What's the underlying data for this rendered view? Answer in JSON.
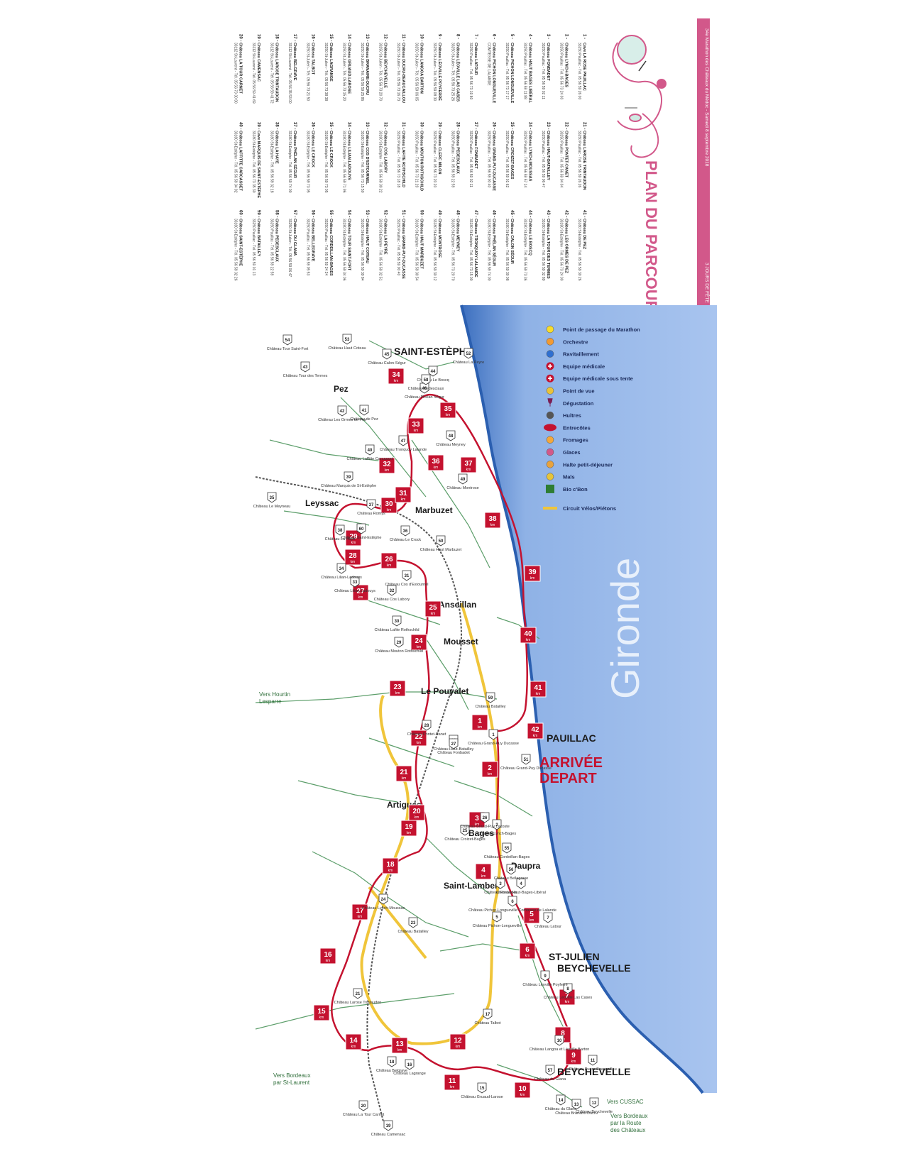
{
  "header": {
    "band_left": "34e Marathon des Châteaux du Médoc - Samedi 8 septembre 2018",
    "band_right": "3 JOURS DE FÊTE",
    "title": "PLAN DU PARCOURS"
  },
  "chateau_list": [
    {
      "n": "1",
      "name": "Cave LA ROSE PAUILLAC",
      "info": "33250 Pauillac - Tél. 05 56 59 26 00"
    },
    {
      "n": "2",
      "name": "Château LYNCH-BAGES",
      "info": "33250 Pauillac - Tél. 05 56 73 24 00"
    },
    {
      "n": "3",
      "name": "Château FONBADET",
      "info": "33250 Pauillac - Tél. 05 56 59 02 11"
    },
    {
      "n": "4",
      "name": "Château HAUT BAGES LIBÉRAL",
      "info": "33250 Pauillac - Tél. 05 56 59 11 88"
    },
    {
      "n": "5",
      "name": "Château PICHON LONGUEVILLE",
      "info": "33250 Pauillac - Tél. 05 56 73 17 17"
    },
    {
      "n": "6",
      "name": "Château PICHON LONGUEVILLE",
      "info": "COMTESSE DE LALANDE"
    },
    {
      "n": "7",
      "name": "Château LATOUR",
      "info": "33250 Pauillac - Tél. 05 56 73 19 80"
    },
    {
      "n": "8",
      "name": "Château LÉOVILLE LAS CASES",
      "info": "33250 St-Julien - Tél. 05 56 73 25 26"
    },
    {
      "n": "9",
      "name": "Château LÉOVILLE POYFERRÉ",
      "info": "33250 St-Julien - Tél. 05 56 59 08 30"
    },
    {
      "n": "10",
      "name": "Château LANGOA BARTON",
      "info": "33250 St-Julien - Tél. 05 56 59 06 05"
    },
    {
      "n": "11",
      "name": "Château DUCRU-BEAUCAILLOU",
      "info": "33250 St-Julien - Tél. 05 56 73 16 73"
    },
    {
      "n": "12",
      "name": "Château BEYCHEVELLE",
      "info": "33250 St-Julien - Tél. 05 56 73 20 70"
    },
    {
      "n": "13",
      "name": "Château BRANAIRE-DUCRU",
      "info": "33250 St-Julien - Tél. 05 56 59 25 86"
    },
    {
      "n": "14",
      "name": "Château GRUAUD-LAROSE",
      "info": "33250 St-Julien - Tél. 05 56 73 15 20"
    },
    {
      "n": "15",
      "name": "Château LAGRANGE",
      "info": "33250 St-Julien - Tél. 05 56 73 38 38"
    },
    {
      "n": "16",
      "name": "Château TALBOT",
      "info": "33250 St-Julien - Tél. 05 56 73 21 50"
    },
    {
      "n": "17",
      "name": "Château BELGRAVE",
      "info": "33112 St-Laurent - Tél. 05 56 35 53 00"
    },
    {
      "n": "18",
      "name": "Château LAROSE TRINTAUDON",
      "info": "33112 St-Laurent - Tél. 05 56 59 41 72"
    },
    {
      "n": "19",
      "name": "Château CAMENSAC",
      "info": "33112 St-Laurent - Tél. 05 56 59 41 69"
    },
    {
      "n": "20",
      "name": "Château LA TOUR CARNET",
      "info": "33112 St-Laurent - Tél. 05 56 73 30 90"
    },
    {
      "n": "21",
      "name": "Château LAROSE TRINTAUDON",
      "info": "33250 Pauillac - Tél. 05 56 59 26 26"
    },
    {
      "n": "22",
      "name": "Château PONTET-CANET",
      "info": "33250 Pauillac - Tél. 05 56 59 04 04"
    },
    {
      "n": "23",
      "name": "Château HAUT-BATAILLEY",
      "info": "33250 Pauillac - Tél. 05 56 59 06 47"
    },
    {
      "n": "24",
      "name": "Château LYNCH-MOUSSAS",
      "info": "33250 Pauillac - Tél. 05 56 59 57 14"
    },
    {
      "n": "25",
      "name": "Château CROIZET-BAGES",
      "info": "33250 Pauillac - Tél. 05 56 59 01 62"
    },
    {
      "n": "26",
      "name": "Château GRAND-PUY-DUCASSE",
      "info": "33250 Pauillac - Tél. 05 56 59 00 40"
    },
    {
      "n": "27",
      "name": "Château FONBADET",
      "info": "33250 Pauillac - Tél. 05 56 59 02 11"
    },
    {
      "n": "28",
      "name": "Château PEDESCLAUX",
      "info": "33250 Pauillac - Tél. 05 56 59 22 59"
    },
    {
      "n": "29",
      "name": "Château CLERC MILON",
      "info": "33250 Pauillac - Tél. 05 56 73 20 20"
    },
    {
      "n": "30",
      "name": "Château MOUTON ROTHSCHILD",
      "info": "33250 Pauillac - Tél. 05 56 73 21 29"
    },
    {
      "n": "31",
      "name": "Château LAFITE ROTHSCHILD",
      "info": "33250 Pauillac - Tél. 05 56 73 18 18"
    },
    {
      "n": "32",
      "name": "Château COS LABORY",
      "info": "33180 St-Estèphe - Tél. 05 56 59 30 22"
    },
    {
      "n": "33",
      "name": "Château COS D'ESTOURNEL",
      "info": "33180 St-Estèphe - Tél. 05 56 73 15 50"
    },
    {
      "n": "34",
      "name": "Château LILIAN-LADOUYS",
      "info": "33180 St-Estèphe - Tél. 05 56 59 71 96"
    },
    {
      "n": "35",
      "name": "Château LE CROCK",
      "info": "33180 St-Estèphe - Tél. 05 56 59 73 05"
    },
    {
      "n": "36",
      "name": "Château LE CROCK",
      "info": "33180 St-Estèphe - Tél. 05 56 59 73 05"
    },
    {
      "n": "37",
      "name": "Château PHÉLAN SÉGUR",
      "info": "33180 St-Estèphe - Tél. 05 56 59 74 00"
    },
    {
      "n": "38",
      "name": "Château LA HAYE",
      "info": "33180 St-Estèphe - Tél. 05 56 59 32 18"
    },
    {
      "n": "39",
      "name": "Cave MARQUIS DE SAINT-ESTÈPHE",
      "info": "33180 St-Estèphe - Tél. 05 56 73 35 30"
    },
    {
      "n": "40",
      "name": "Château LAFFITTE CARCASSET",
      "info": "33180 St-Estèphe - Tél. 05 56 59 34 92"
    },
    {
      "n": "41",
      "name": "Château DE PEZ",
      "info": "33180 St-Estèphe - Tél. 05 56 59 30 26"
    },
    {
      "n": "42",
      "name": "Château LES ORMES DE PEZ",
      "info": "33180 St-Estèphe - Tél. 05 56 73 24 00"
    },
    {
      "n": "43",
      "name": "Château LA TOUR DES TERMES",
      "info": "33180 St-Estèphe - Tél. 05 56 59 32 89"
    },
    {
      "n": "44",
      "name": "Château LE BOSCQ",
      "info": "33180 St-Estèphe - Tél. 05 56 59 73 36"
    },
    {
      "n": "45",
      "name": "Château CALON SÉGUR",
      "info": "33180 St-Estèphe - Tél. 05 56 59 30 08"
    },
    {
      "n": "46",
      "name": "Château PHÉLAN SÉGUR",
      "info": "33180 St-Estèphe - Tél. 05 56 59 74 00"
    },
    {
      "n": "47",
      "name": "Château TRONQUOY LALANDE",
      "info": "33180 St-Estèphe - Tél. 05 56 73 15 00"
    },
    {
      "n": "48",
      "name": "Château MEYNEY",
      "info": "33180 St-Estèphe - Tél. 05 56 73 20 70"
    },
    {
      "n": "49",
      "name": "Château MONTROSE",
      "info": "33180 St-Estèphe - Tél. 05 56 59 30 12"
    },
    {
      "n": "50",
      "name": "Château HAUT MARBUZET",
      "info": "33180 St-Estèphe - Tél. 05 56 59 30 54"
    },
    {
      "n": "51",
      "name": "Château GRAND-PUY-DUCASSE",
      "info": "33250 Pauillac - Tél. 05 56 59 00 40"
    },
    {
      "n": "52",
      "name": "Château LA PEYRE",
      "info": "33180 St-Estèphe - Tél. 05 56 59 32 51"
    },
    {
      "n": "53",
      "name": "Château HAUT COTEAU",
      "info": "33180 St-Estèphe - Tél. 05 56 59 39 84"
    },
    {
      "n": "54",
      "name": "Château TOUR SAINT-FORT",
      "info": "33180 St-Estèphe - Tél. 05 56 59 34 06"
    },
    {
      "n": "55",
      "name": "Château CORDEILLAN-BAGES",
      "info": "33250 Pauillac - Tél. 05 56 59 24 24"
    },
    {
      "n": "56",
      "name": "Château BELLEGRAVE",
      "info": "33250 Pauillac - Tél. 05 56 59 05 53"
    },
    {
      "n": "57",
      "name": "Château DU GLANA",
      "info": "33250 St-Julien - Tél. 05 56 59 06 47"
    },
    {
      "n": "58",
      "name": "Château PEDESCLAUX",
      "info": "33250 Pauillac - Tél. 05 56 59 22 59"
    },
    {
      "n": "59",
      "name": "Château BATAILLEY",
      "info": "33250 Pauillac - Tél. 05 56 59 01 13"
    },
    {
      "n": "60",
      "name": "Château SAINT-ESTÈPHE",
      "info": "33180 St-Estèphe - Tél. 05 56 59 32 26"
    }
  ],
  "legend": [
    {
      "icon": "marathon-point-icon",
      "label": "Point de passage du Marathon",
      "color": "#f7dc2c"
    },
    {
      "icon": "orchestra-icon",
      "label": "Orchestre",
      "color": "#f29a33"
    },
    {
      "icon": "refreshment-icon",
      "label": "Ravitaillement",
      "color": "#2f6fd0"
    },
    {
      "icon": "medical-team-icon",
      "label": "Equipe médicale",
      "color": "#c4122f"
    },
    {
      "icon": "medical-tent-icon",
      "label": "Equipe médicale sous tente",
      "color": "#c4122f"
    },
    {
      "icon": "viewpoint-icon",
      "label": "Point de vue",
      "color": "#e9c23a"
    },
    {
      "icon": "tasting-icon",
      "label": "Dégustation",
      "color": "#7a1f55"
    },
    {
      "icon": "oysters-icon",
      "label": "Huîtres",
      "color": "#555555"
    },
    {
      "icon": "steak-icon",
      "label": "Entrecôtes",
      "color": "#c4122f"
    },
    {
      "icon": "cheese-icon",
      "label": "Fromages",
      "color": "#f3a73b"
    },
    {
      "icon": "ice-cream-icon",
      "label": "Glaces",
      "color": "#d2588a"
    },
    {
      "icon": "breakfast-icon",
      "label": "Halte petit-déjeuner",
      "color": "#e8a23c"
    },
    {
      "icon": "corn-icon",
      "label": "Maïs",
      "color": "#e6c43a"
    },
    {
      "icon": "bio-icon",
      "label": "Bio c'Bon",
      "color": "#2e7d32"
    },
    {
      "icon": "bike-path-icon",
      "label": "Circuit Vélos/Piétons",
      "color": "#f0c53a"
    }
  ],
  "towns": {
    "saint_estephe": "SAINT-ESTÈPHE",
    "pez": "Pez",
    "leyssac": "Leyssac",
    "marbuzet": "Marbuzet",
    "anseillan": "Anseillan",
    "mousset": "Mousset",
    "le_pouyalet": "Le Pouyalet",
    "pauillac": "PAUILLAC",
    "artigues": "Artigues",
    "bages": "Bages",
    "daupra": "Daupra",
    "saint_lambert": "Saint-Lambert",
    "st_julien_1": "ST-JULIEN",
    "st_julien_2": "BEYCHEVELLE",
    "beychevelle": "BEYCHEVELLE"
  },
  "finish": {
    "line1": "ARRIVÉE",
    "line2": "DEPART"
  },
  "river": "Gironde",
  "road_labels": {
    "hourtin_1": "Vers Hourtin",
    "hourtin_2": "Lesparre",
    "bordeaux_1": "Vers Bordeaux",
    "bordeaux_2": "par St-Laurent",
    "cussac": "Vers CUSSAC",
    "chateaux_1": "Vers Bordeaux",
    "chateaux_2": "par la Route",
    "chateaux_3": "des Châteaux"
  },
  "km_unit": "km",
  "km_markers": [
    "1",
    "2",
    "3",
    "4",
    "5",
    "6",
    "7",
    "8",
    "9",
    "10",
    "11",
    "12",
    "13",
    "14",
    "15",
    "16",
    "17",
    "18",
    "19",
    "20",
    "21",
    "22",
    "23",
    "24",
    "25",
    "26",
    "27",
    "28",
    "29",
    "30",
    "31",
    "32",
    "33",
    "34",
    "35",
    "36",
    "37",
    "38",
    "39",
    "40",
    "41",
    "42"
  ],
  "map_chateaux": [
    {
      "n": "1",
      "label": "Château Grand-Puy Ducasse"
    },
    {
      "n": "2",
      "label": "Château Lynch-Bages"
    },
    {
      "n": "3",
      "label": "Château Fonbadet"
    },
    {
      "n": "4",
      "label": "Château Haut-Bages-Libéral"
    },
    {
      "n": "5",
      "label": "Château Pichon-Longueville"
    },
    {
      "n": "6",
      "label": "Château Pichon-Longueville Comtesse de Lalande"
    },
    {
      "n": "7",
      "label": "Château Latour"
    },
    {
      "n": "8",
      "label": "Château Léoville Las Cases"
    },
    {
      "n": "9",
      "label": "Château Léoville Poyferré"
    },
    {
      "n": "10",
      "label": "Château Langoa et Léoville Barton"
    },
    {
      "n": "11",
      "label": "Château Ducru-Beaucaillou"
    },
    {
      "n": "12",
      "label": "Château Beychevelle"
    },
    {
      "n": "13",
      "label": "Château Branaire-Ducru"
    },
    {
      "n": "14",
      "label": "Château du Glana"
    },
    {
      "n": "15",
      "label": "Château Gruaud-Larose"
    },
    {
      "n": "16",
      "label": "Château Lagrange"
    },
    {
      "n": "17",
      "label": "Château Talbot"
    },
    {
      "n": "18",
      "label": "Château Belgrave"
    },
    {
      "n": "19",
      "label": "Château Camensac"
    },
    {
      "n": "20",
      "label": "Château La Tour Carnet"
    },
    {
      "n": "21",
      "label": "Château Larose Trintaudon"
    },
    {
      "n": "22",
      "label": "Château Haut-Batailley"
    },
    {
      "n": "23",
      "label": "Château Batailley"
    },
    {
      "n": "24",
      "label": "Château Lynch-Moussas"
    },
    {
      "n": "25",
      "label": "Château Croizet-Bages"
    },
    {
      "n": "26",
      "label": "Château Grand-Puy Lacoste"
    },
    {
      "n": "27",
      "label": "Château Fonbadet"
    },
    {
      "n": "28",
      "label": "Château Pontet-Canet"
    },
    {
      "n": "29",
      "label": "Château Mouton Rothschild"
    },
    {
      "n": "30",
      "label": "Château Lafite Rothschild"
    },
    {
      "n": "31",
      "label": "Château Cos d'Estournel"
    },
    {
      "n": "32",
      "label": "Château Cos Labory"
    },
    {
      "n": "33",
      "label": "Château Lilian-Ladouys"
    },
    {
      "n": "34",
      "label": "Château Lilian-Ladouys"
    },
    {
      "n": "35",
      "label": "Château Le Meyneau"
    },
    {
      "n": "36",
      "label": "Château Le Crock"
    },
    {
      "n": "37",
      "label": "Château Romys"
    },
    {
      "n": "38",
      "label": "Château La Haye"
    },
    {
      "n": "39",
      "label": "Château Marquis de St-Estèphe"
    },
    {
      "n": "40",
      "label": "Château Laffitte Carcasset"
    },
    {
      "n": "41",
      "label": "Château de Pez"
    },
    {
      "n": "42",
      "label": "Château Les Ormes de Pez"
    },
    {
      "n": "43",
      "label": "Château Tour des Termes"
    },
    {
      "n": "44",
      "label": "Château Le Boscq"
    },
    {
      "n": "45",
      "label": "Château Calon-Ségur"
    },
    {
      "n": "46",
      "label": "Château Phélan Ségur"
    },
    {
      "n": "47",
      "label": "Château Tronquoy Lalande"
    },
    {
      "n": "48",
      "label": "Château Meyney"
    },
    {
      "n": "49",
      "label": "Château Montrose"
    },
    {
      "n": "50",
      "label": "Château Haut Marbuzet"
    },
    {
      "n": "51",
      "label": "Château Grand-Puy Ducasse"
    },
    {
      "n": "52",
      "label": "Château La Peyre"
    },
    {
      "n": "53",
      "label": "Château Haut Coteau"
    },
    {
      "n": "54",
      "label": "Château Tour Saint-Fort"
    },
    {
      "n": "55",
      "label": "Château Cordeillan-Bages"
    },
    {
      "n": "56",
      "label": "Château Bellegrave"
    },
    {
      "n": "57",
      "label": "Château du Glana"
    },
    {
      "n": "58",
      "label": "Château Pedesclaux"
    },
    {
      "n": "59",
      "label": "Château Batailley"
    },
    {
      "n": "60",
      "label": "Château Saint-Estèphe"
    }
  ]
}
